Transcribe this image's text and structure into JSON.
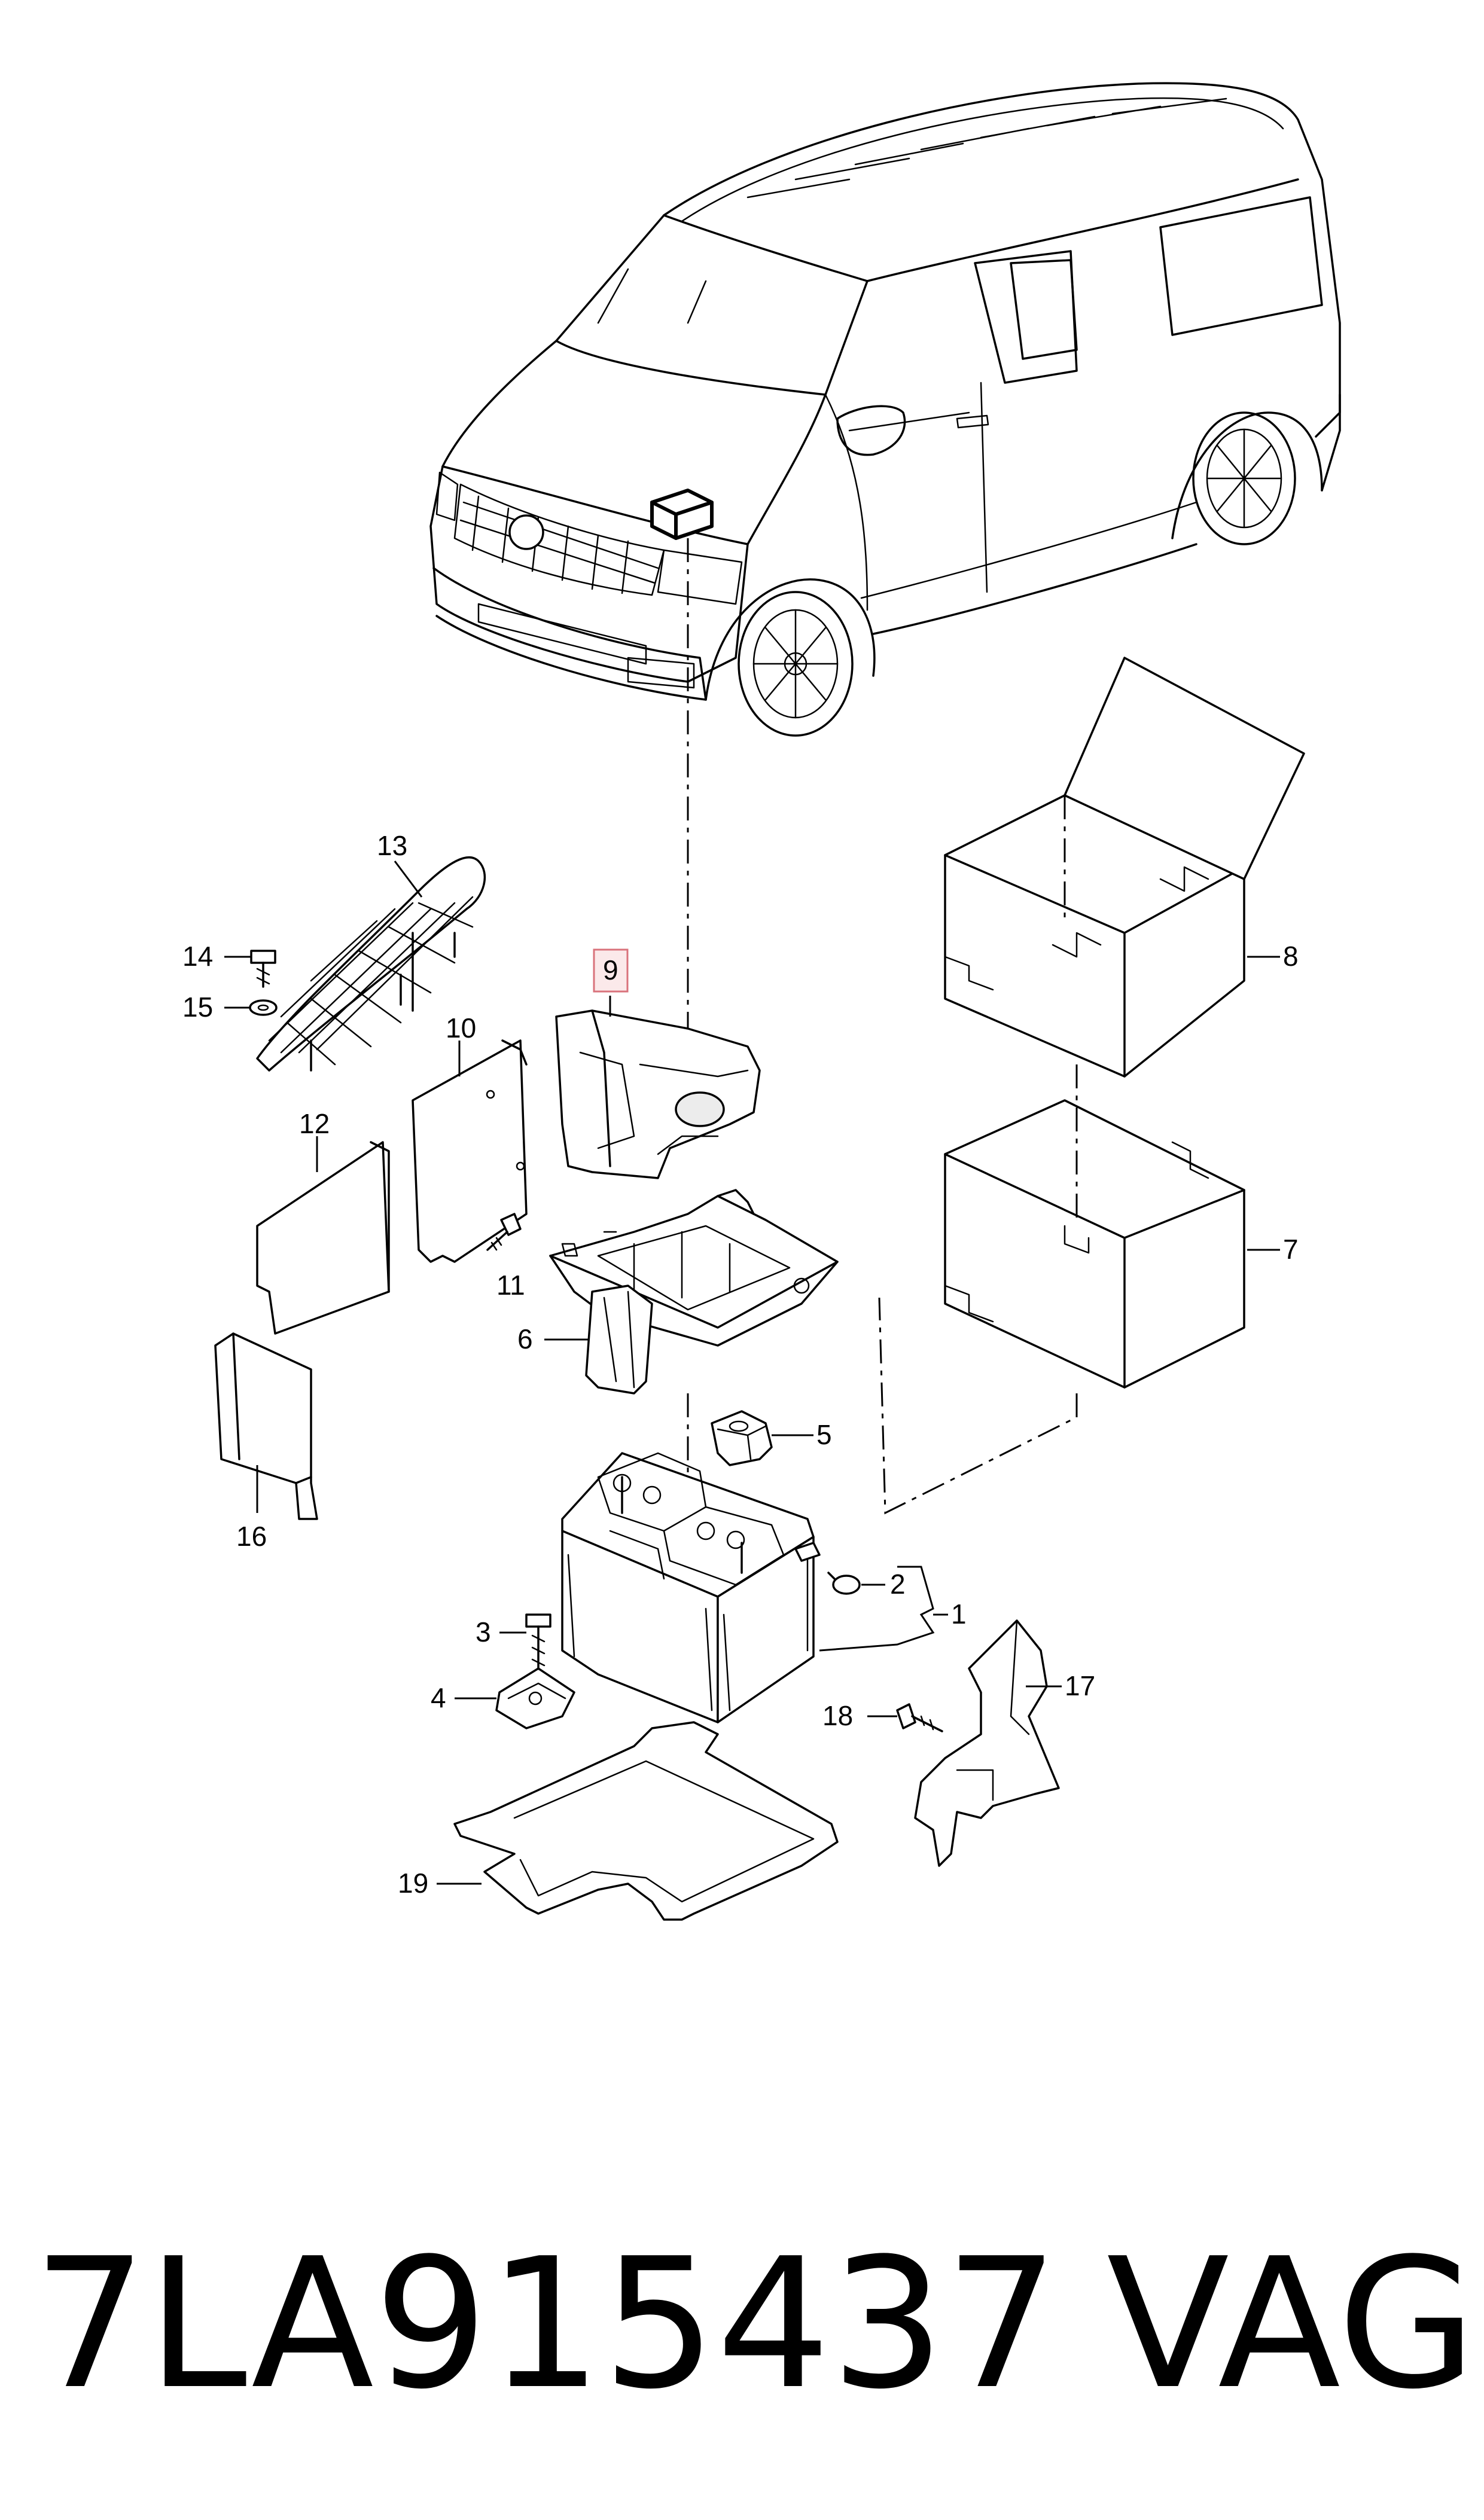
{
  "callouts": {
    "c1": "1",
    "c2": "2",
    "c3": "3",
    "c4": "4",
    "c5": "5",
    "c6": "6",
    "c7": "7",
    "c8": "8",
    "c9": "9",
    "c10": "10",
    "c11": "11",
    "c12": "12",
    "c13": "13",
    "c14": "14",
    "c15": "15",
    "c16": "16",
    "c17": "17",
    "c18": "18",
    "c19": "19"
  },
  "highlighted_callout": "9",
  "footer": {
    "part_number": "7LA915437",
    "brand": "VAG"
  },
  "colors": {
    "line": "#000000",
    "highlight_border": "#d9737c",
    "highlight_fill": "#fbe9ea"
  }
}
